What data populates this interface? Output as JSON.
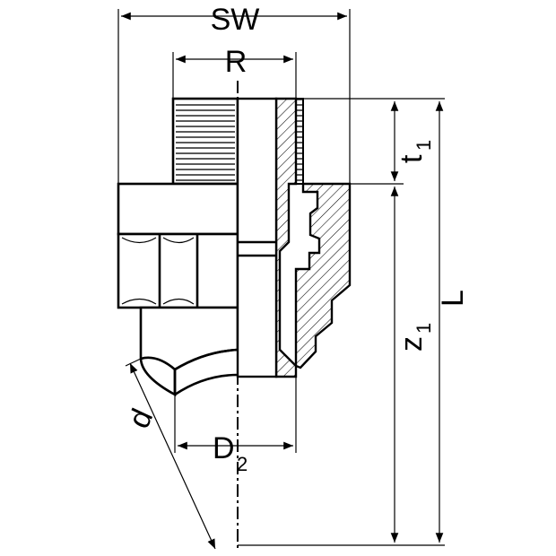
{
  "drawing": {
    "labels": {
      "sw": "SW",
      "r": "R",
      "t": "t",
      "t_sub": "1",
      "z": "z",
      "z_sub": "1",
      "l": "L",
      "d": "d",
      "d2": "D",
      "d2_sub": "2"
    },
    "line_color": "#000000",
    "background": "#ffffff"
  }
}
